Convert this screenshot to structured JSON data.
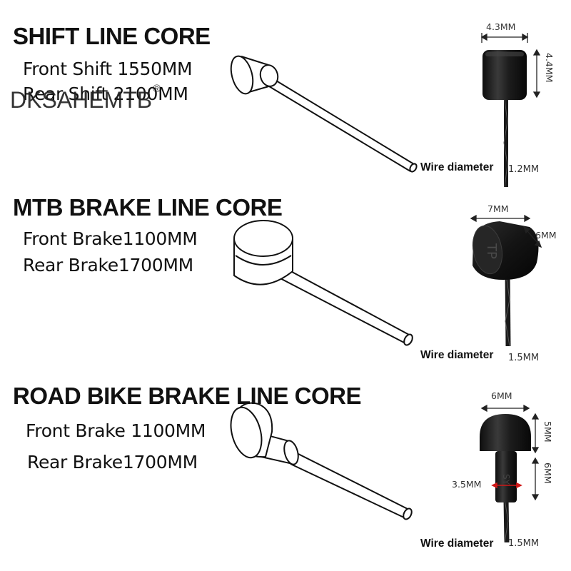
{
  "brand": {
    "watermark": "DKSAHEMTB",
    "registered_mark": "®"
  },
  "sections": [
    {
      "title": "SHIFT LINE CORE",
      "lines": [
        "Front Shift 1550MM",
        "Rear Shift 2100MM"
      ],
      "dims": {
        "width": "4.3MM",
        "height": "4.4MM"
      },
      "wire_label": "Wire diameter",
      "wire_value": "1.2MM"
    },
    {
      "title": "MTB BRAKE LINE CORE",
      "lines": [
        "Front Brake1100MM",
        "Rear Brake1700MM"
      ],
      "dims": {
        "width": "7MM",
        "height": "6MM"
      },
      "head_marking": "TP",
      "wire_label": "Wire diameter",
      "wire_value": "1.5MM"
    },
    {
      "title": "ROAD BIKE BRAKE LINE CORE",
      "lines": [
        "Front Brake 1100MM",
        "Rear Brake1700MM"
      ],
      "dims": {
        "width": "6MM",
        "top_height": "5MM",
        "neck_height": "6MM",
        "neck_width": "3.5MM"
      },
      "head_marking": "SY",
      "wire_label": "Wire diameter",
      "wire_value": "1.5MM"
    }
  ]
}
